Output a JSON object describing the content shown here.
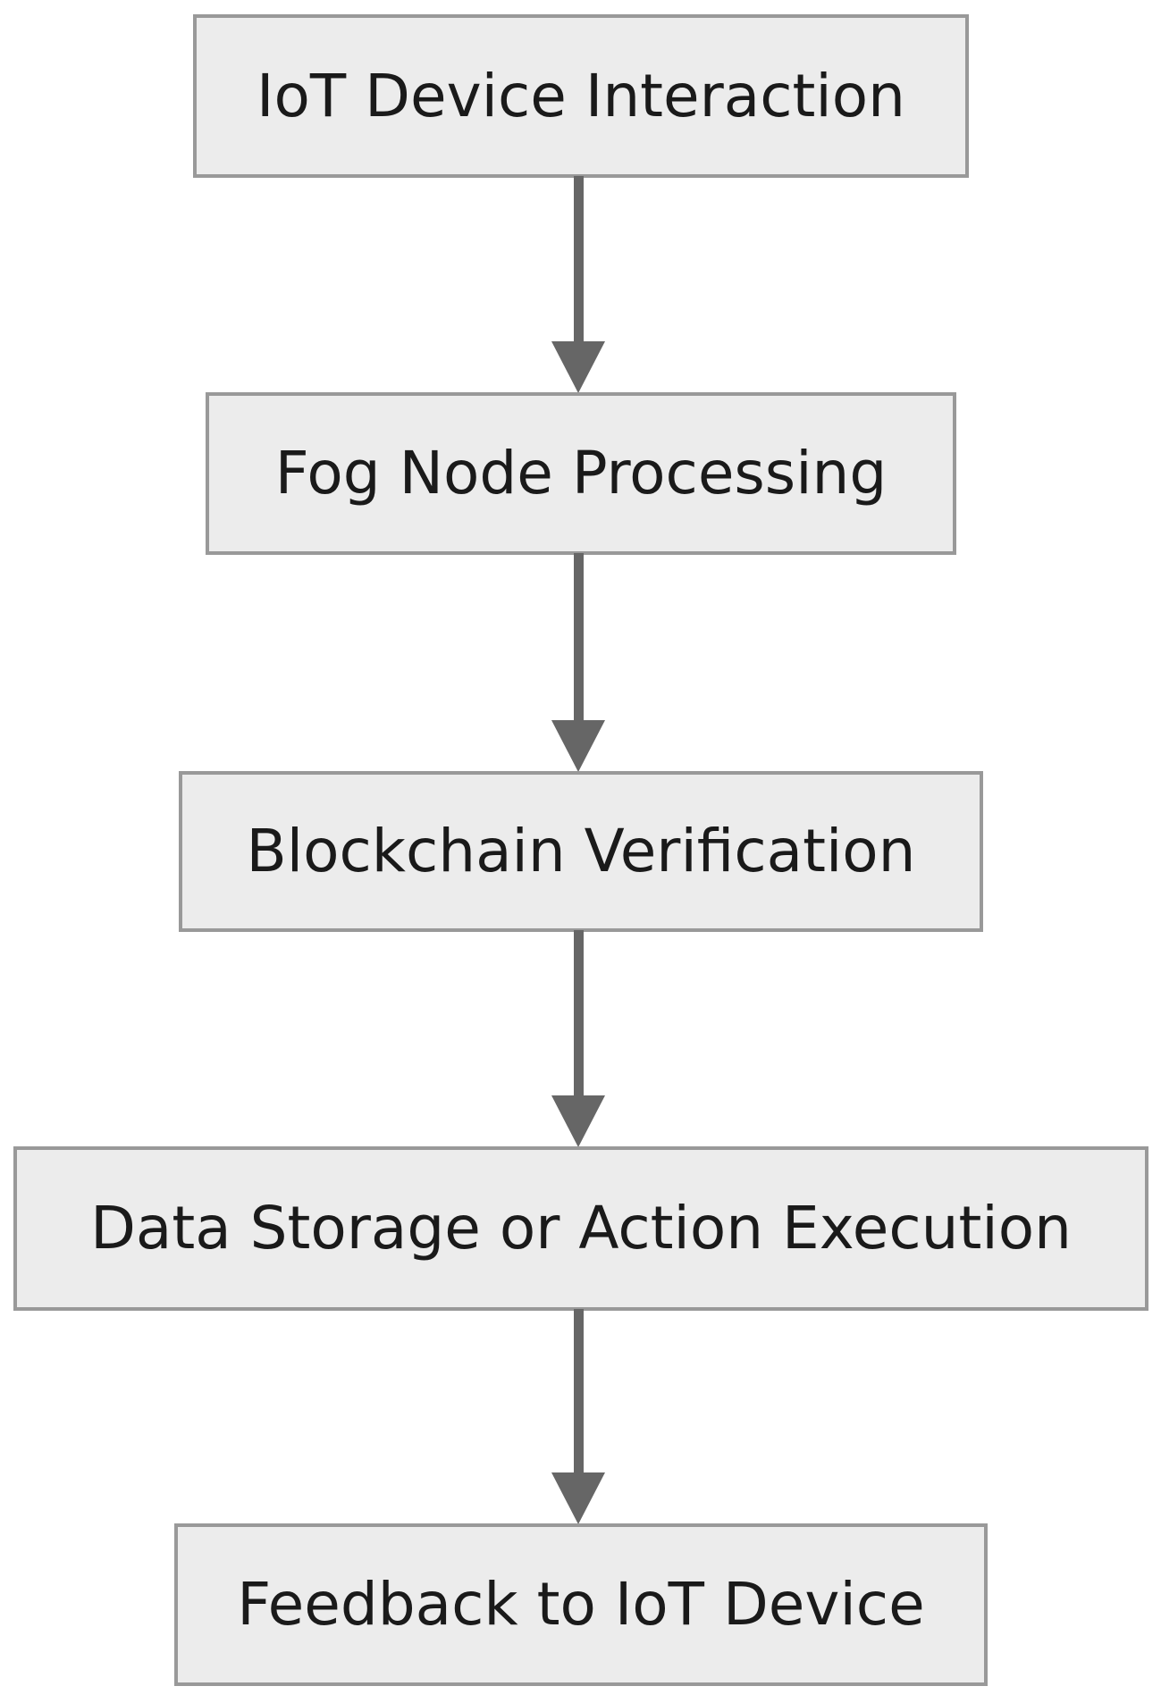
{
  "diagram": {
    "type": "flowchart",
    "direction": "top-down",
    "nodes": [
      {
        "id": "node-1",
        "label": "IoT Device Interaction"
      },
      {
        "id": "node-2",
        "label": "Fog Node Processing"
      },
      {
        "id": "node-3",
        "label": "Blockchain Verification"
      },
      {
        "id": "node-4",
        "label": "Data Storage or Action Execution"
      },
      {
        "id": "node-5",
        "label": "Feedback to IoT Device"
      }
    ],
    "edges": [
      {
        "from": "IoT Device Interaction",
        "to": "Fog Node Processing",
        "label": ""
      },
      {
        "from": "Fog Node Processing",
        "to": "Blockchain Verification",
        "label": ""
      },
      {
        "from": "Blockchain Verification",
        "to": "Data Storage or Action Execution",
        "label": ""
      },
      {
        "from": "Data Storage or Action Execution",
        "to": "Feedback to IoT Device",
        "label": ""
      }
    ],
    "colors": {
      "background": "#ffffff",
      "node_fill": "#ececec",
      "node_border": "#999999",
      "node_text": "#1a1a1a",
      "arrow": "#666666"
    }
  }
}
